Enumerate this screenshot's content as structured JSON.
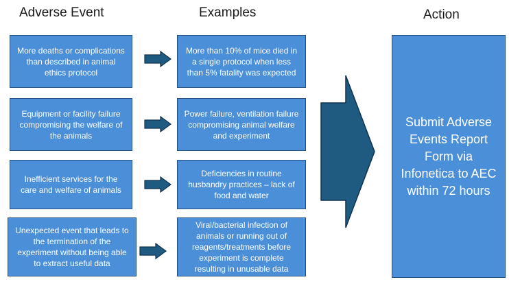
{
  "headings": {
    "adverse_event": "Adverse Event",
    "examples": "Examples",
    "action": "Action"
  },
  "rows": [
    {
      "event": "More deaths or complications than described in animal ethics protocol",
      "example": "More than 10% of mice died in a single protocol when less than 5% fatality was expected"
    },
    {
      "event": "Equipment or facility failure compromising the welfare of the animals",
      "example": "Power failure, ventilation failure compromising animal welfare and experiment"
    },
    {
      "event": "Inefficient services for the care and welfare of animals",
      "example": "Deficiencies in routine husbandry practices – lack of food and water"
    },
    {
      "event": "Unexpected event that leads to the termination of the experiment without being able to extract useful data",
      "example": "Viral/bacterial infection of animals or running out of reagents/treatments before experiment is complete resulting in unusable data"
    }
  ],
  "action": {
    "text": "Submit Adverse Events Report Form via Infonetica to AEC within 72 hours"
  },
  "colors": {
    "box_fill": "#4a8fd8",
    "box_border": "#23507f",
    "arrow_fill": "#1f5a80",
    "arrow_border": "#0f3350"
  },
  "icons": {
    "row_arrow": "right-arrow-icon",
    "big_arrow": "chevron-arrow-icon"
  }
}
